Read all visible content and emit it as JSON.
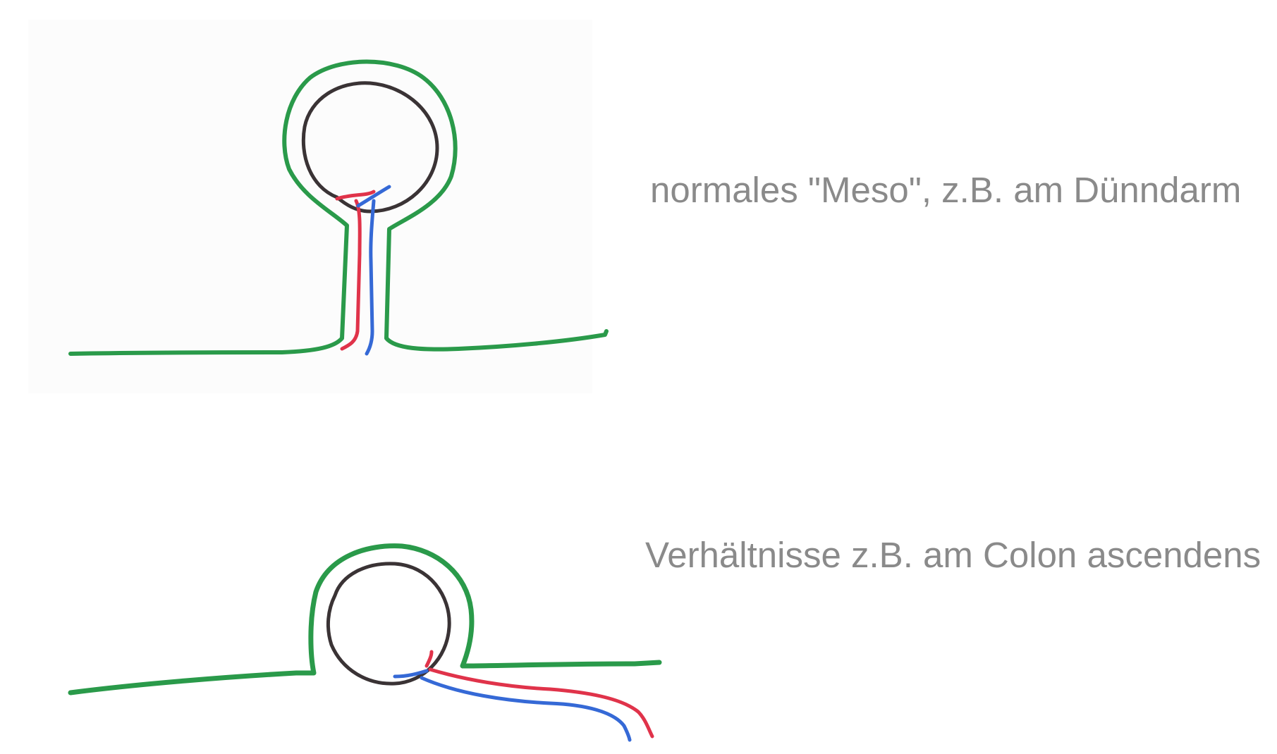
{
  "diagrams": [
    {
      "caption": "normales \"Meso\", z.B. am Dünndarm",
      "type": "mesentery"
    },
    {
      "caption": "Verhältnisse z.B. am Colon ascendens",
      "type": "secondarily-retroperitoneal"
    }
  ],
  "colors": {
    "peritoneum": "#2a9a4a",
    "intestine_wall": "#3a3335",
    "artery": "#e0334a",
    "vein": "#3569d6",
    "caption_text": "#8a8a8a",
    "background": "#ffffff"
  }
}
